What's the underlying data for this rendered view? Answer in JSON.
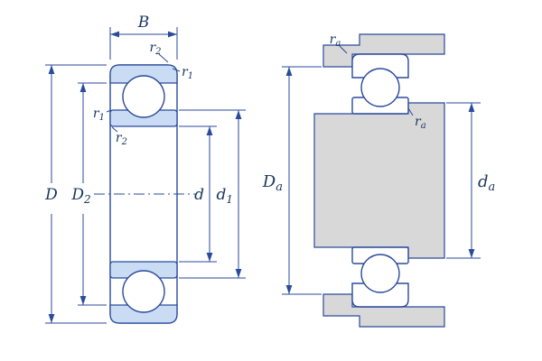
{
  "figure": {
    "type": "deep-groove-ball-bearing-section-diagram",
    "colors": {
      "line": "#2a4a9b",
      "text": "#17365d",
      "ring_fill": "#c9dcf4",
      "steel_fill": "#d8d8d8",
      "background": "#ffffff"
    },
    "left_view": {
      "labels": {
        "B": {
          "base": "B",
          "sub": ""
        },
        "r2_top": {
          "base": "r",
          "sub": "2"
        },
        "r1_top": {
          "base": "r",
          "sub": "1"
        },
        "r1_side": {
          "base": "r",
          "sub": "1"
        },
        "r2_side": {
          "base": "r",
          "sub": "2"
        },
        "D": {
          "base": "D",
          "sub": ""
        },
        "D2": {
          "base": "D",
          "sub": "2"
        },
        "d": {
          "base": "d",
          "sub": ""
        },
        "d1": {
          "base": "d",
          "sub": "1"
        }
      }
    },
    "right_view": {
      "labels": {
        "ra_housing": {
          "base": "r",
          "sub": "a"
        },
        "ra_shaft": {
          "base": "r",
          "sub": "a"
        },
        "Da": {
          "base": "D",
          "sub": "a"
        },
        "da": {
          "base": "d",
          "sub": "a"
        }
      }
    }
  }
}
